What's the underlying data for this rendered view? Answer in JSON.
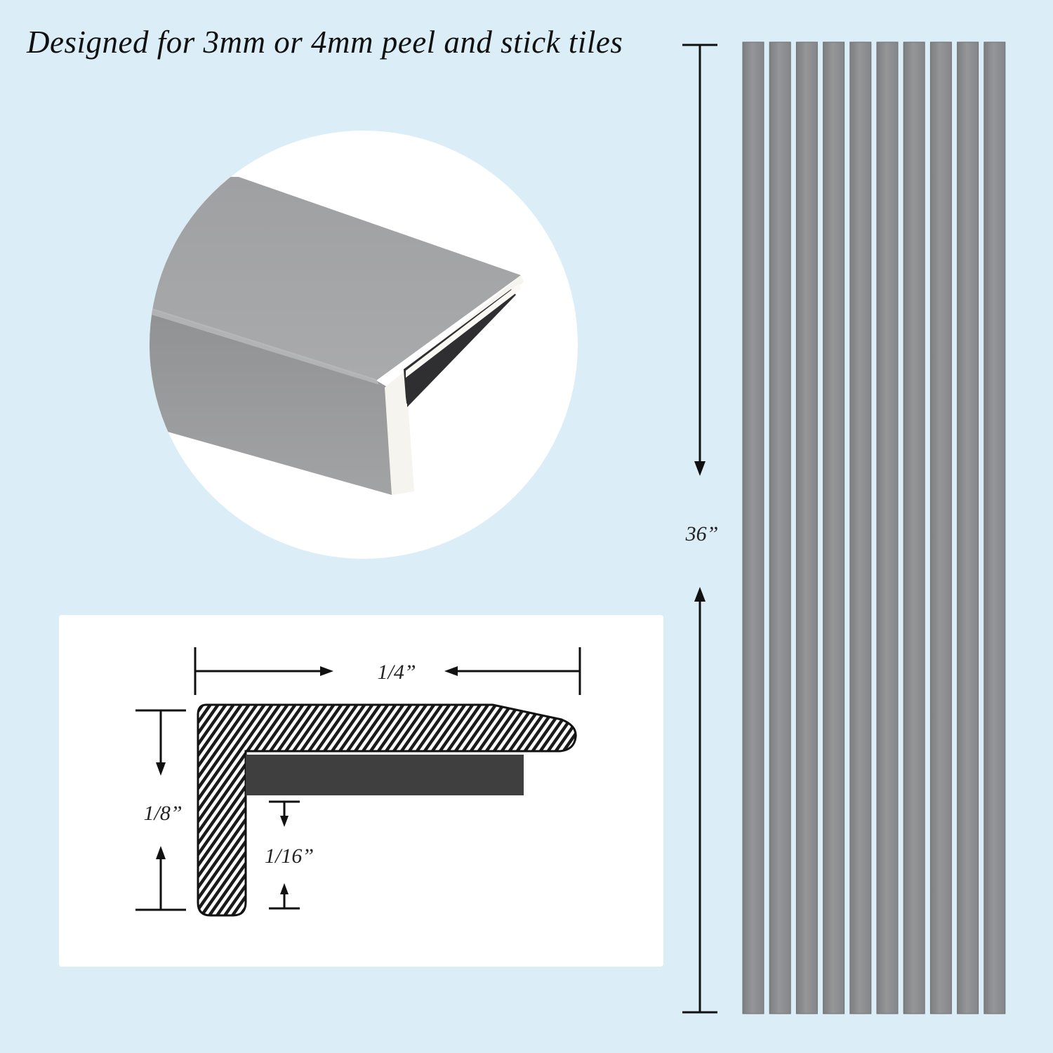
{
  "headline": "Designed for 3mm or 4mm peel and stick tiles",
  "dimensions": {
    "length": "36”",
    "width": "1/4”",
    "height": "1/8”",
    "lip": "1/16”"
  },
  "strip_count": 10,
  "colors": {
    "background": "#dbedf6",
    "trim_gray": "#8e8f91",
    "adhesive_dark": "#3f3f3f",
    "panel_white": "#ffffff"
  }
}
